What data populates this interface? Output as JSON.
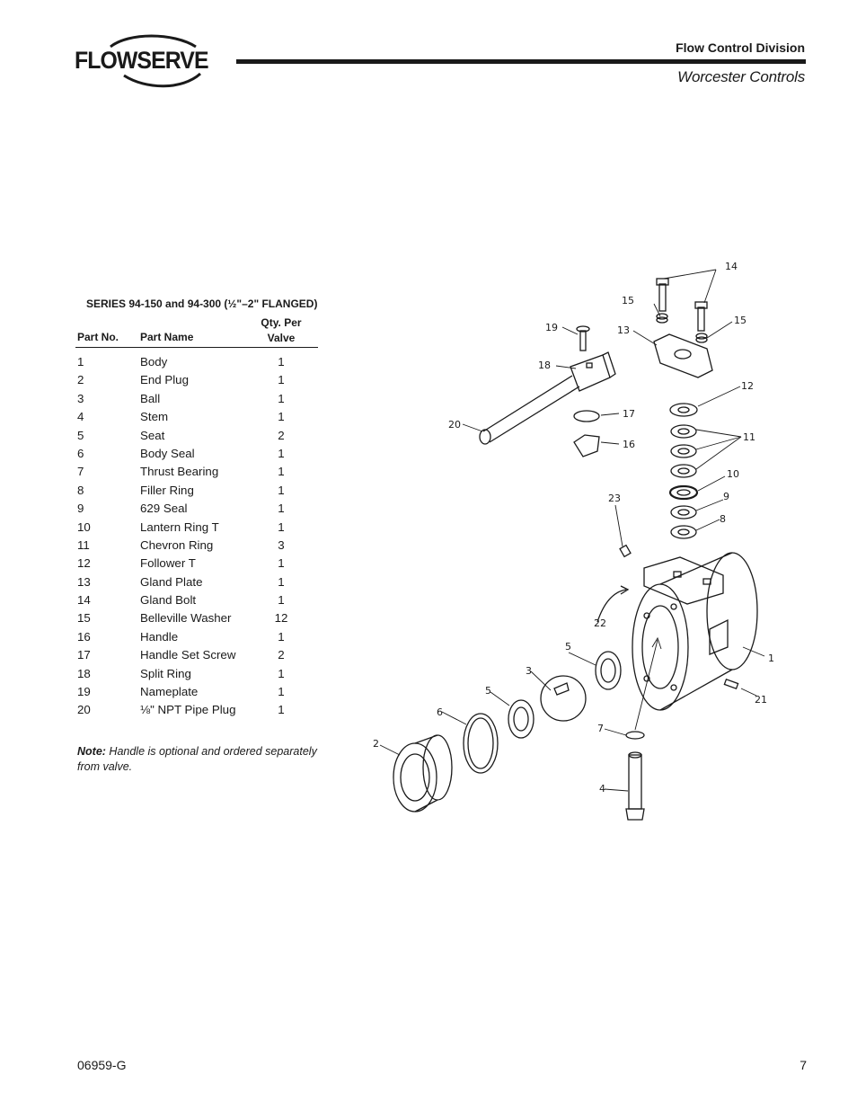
{
  "header": {
    "logo_text": "FLOWSERVE",
    "division": "Flow Control Division",
    "brand": "Worcester Controls"
  },
  "table": {
    "title": "SERIES 94-150 and 94-300 (½\"–2\" FLANGED)",
    "col_part_no": "Part No.",
    "col_part_name": "Part Name",
    "col_qty_line1": "Qty. Per",
    "col_qty_line2": "Valve",
    "rows": [
      {
        "no": "1",
        "name": "Body",
        "qty": "1"
      },
      {
        "no": "2",
        "name": "End Plug",
        "qty": "1"
      },
      {
        "no": "3",
        "name": "Ball",
        "qty": "1"
      },
      {
        "no": "4",
        "name": "Stem",
        "qty": "1"
      },
      {
        "no": "5",
        "name": "Seat",
        "qty": "2"
      },
      {
        "no": "6",
        "name": "Body Seal",
        "qty": "1"
      },
      {
        "no": "7",
        "name": "Thrust Bearing",
        "qty": "1"
      },
      {
        "no": "8",
        "name": "Filler Ring",
        "qty": "1"
      },
      {
        "no": "9",
        "name": "629 Seal",
        "qty": "1"
      },
      {
        "no": "10",
        "name": "Lantern Ring T",
        "qty": "1"
      },
      {
        "no": "11",
        "name": "Chevron Ring",
        "qty": "3"
      },
      {
        "no": "12",
        "name": "Follower T",
        "qty": "1"
      },
      {
        "no": "13",
        "name": "Gland Plate",
        "qty": "1"
      },
      {
        "no": "14",
        "name": "Gland Bolt",
        "qty": "1"
      },
      {
        "no": "15",
        "name": "Belleville Washer",
        "qty": "12"
      },
      {
        "no": "16",
        "name": "Handle",
        "qty": "1"
      },
      {
        "no": "17",
        "name": "Handle Set Screw",
        "qty": "2"
      },
      {
        "no": "18",
        "name": "Split Ring",
        "qty": "1"
      },
      {
        "no": "19",
        "name": "Nameplate",
        "qty": "1"
      },
      {
        "no": "20",
        "name": "⅛\" NPT Pipe Plug",
        "qty": "1"
      }
    ],
    "note_label": "Note:",
    "note_text": " Handle is optional and ordered separately from valve."
  },
  "diagram": {
    "callouts": [
      "1",
      "2",
      "3",
      "4",
      "5",
      "5",
      "6",
      "7",
      "8",
      "9",
      "10",
      "11",
      "12",
      "13",
      "14",
      "15",
      "15",
      "16",
      "17",
      "18",
      "19",
      "20",
      "21",
      "22",
      "23"
    ]
  },
  "footer": {
    "doc_number": "06959-G",
    "page_number": "7"
  }
}
